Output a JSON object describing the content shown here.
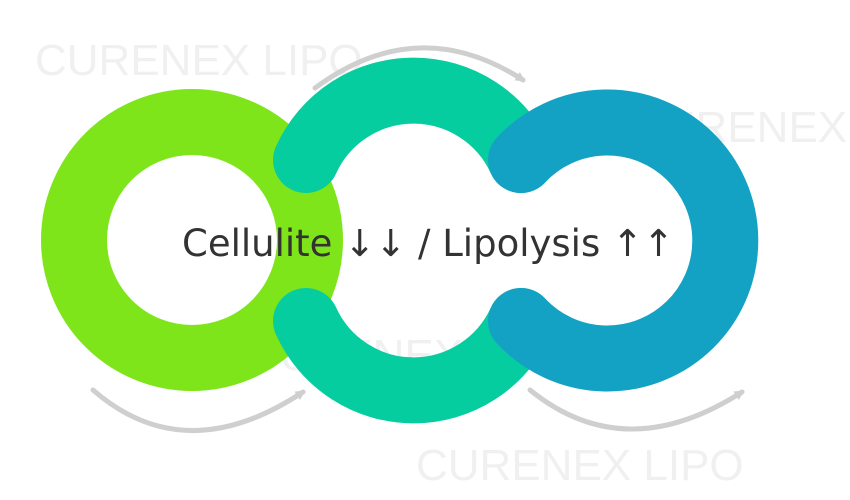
{
  "caption": "Cellulite ↓↓ / Lipolysis ↑↑",
  "watermarks": [
    "CURENEX LIPO",
    "CURENEX",
    "CURENEX LIPO",
    "CURENEX LIPO"
  ],
  "colors": {
    "ring_left": "#7ee51a",
    "ring_middle": "#06cd9f",
    "ring_right": "#14a2c4",
    "arrow": "#cfcfcf",
    "watermark": "#ececec",
    "text": "#333333"
  },
  "icons": [
    "curved-arrow-icon",
    "curved-arrow-icon",
    "curved-arrow-icon"
  ]
}
